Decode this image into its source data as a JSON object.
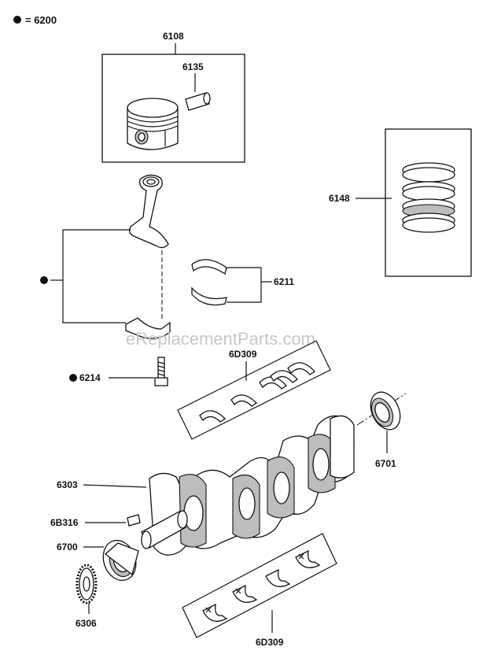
{
  "legend": {
    "dot_label": "= 6200"
  },
  "labels": {
    "piston_assembly": "6108",
    "piston_pin": "6135",
    "ring_set": "6148",
    "conrod_bearing": "6211",
    "conrod_bolt": "6214",
    "main_bearing_upper": "6D309",
    "main_bearing_lower": "6D309",
    "rear_oil_seal": "6701",
    "crankshaft": "6303",
    "woodruff_key": "6B316",
    "front_oil_seal": "6700",
    "crank_gear": "6306"
  },
  "watermark": "eReplacementParts.com",
  "colors": {
    "ink": "#111111",
    "shade": "#bdbdbd",
    "watermark": "#c8c8c8"
  }
}
